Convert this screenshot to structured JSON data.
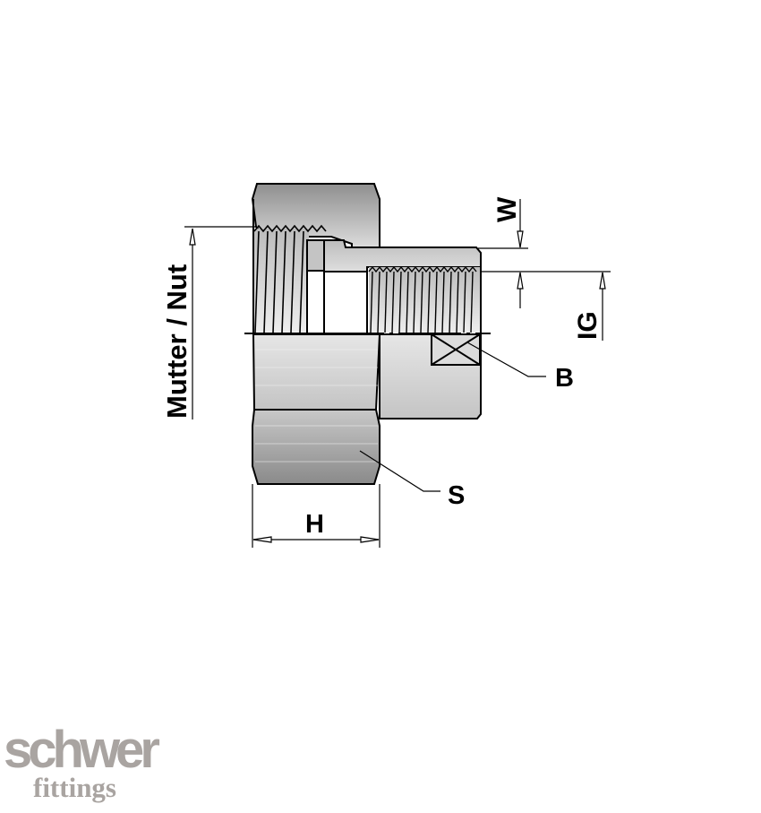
{
  "diagram": {
    "type": "technical-drawing",
    "subject": "female threaded reducing fitting with nut (half section view)",
    "labels": {
      "nut": "Mutter / Nut",
      "w": "W",
      "ig": "IG",
      "b": "B",
      "s": "S",
      "h": "H"
    },
    "colors": {
      "outline": "#000000",
      "body_light": "#d9d9d9",
      "body_dark": "#9a9a9a",
      "logo": "#a9a4a1"
    }
  },
  "logo": {
    "line1": "schwer",
    "line2": "fittings"
  }
}
